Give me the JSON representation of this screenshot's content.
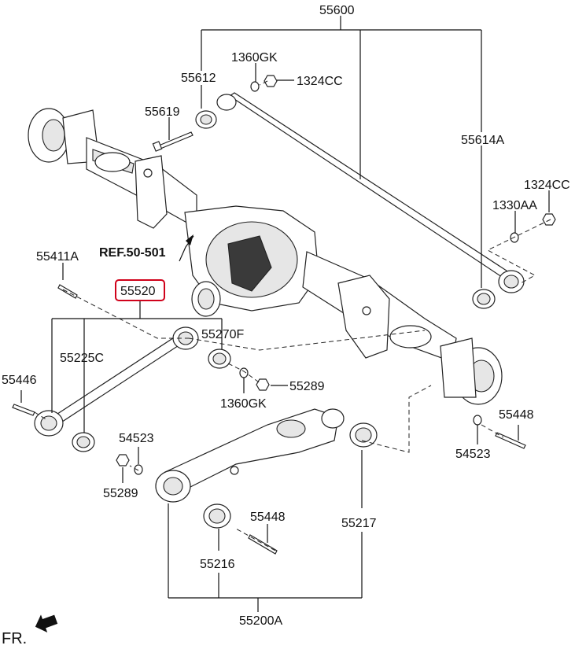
{
  "diagram": {
    "highlighted_part": "55520",
    "labels": {
      "p55600": "55600",
      "p1360GK_top": "1360GK",
      "p55612": "55612",
      "p1324CC_top": "1324CC",
      "p55619": "55619",
      "p55614A": "55614A",
      "p1324CC_right": "1324CC",
      "p1330AA": "1330AA",
      "ref": "REF.50-501",
      "p55411A": "55411A",
      "p55520": "55520",
      "p55270F": "55270F",
      "p55225C": "55225C",
      "p55446": "55446",
      "p55289_mid": "55289",
      "p1360GK_mid": "1360GK",
      "p55448_right": "55448",
      "p54523_right": "54523",
      "p54523_left": "54523",
      "p55289_left": "55289",
      "p55448_bottom": "55448",
      "p55217": "55217",
      "p55216": "55216",
      "p55200A": "55200A",
      "front": "FR."
    },
    "colors": {
      "highlight": "#d0021b",
      "line": "#111111"
    }
  }
}
